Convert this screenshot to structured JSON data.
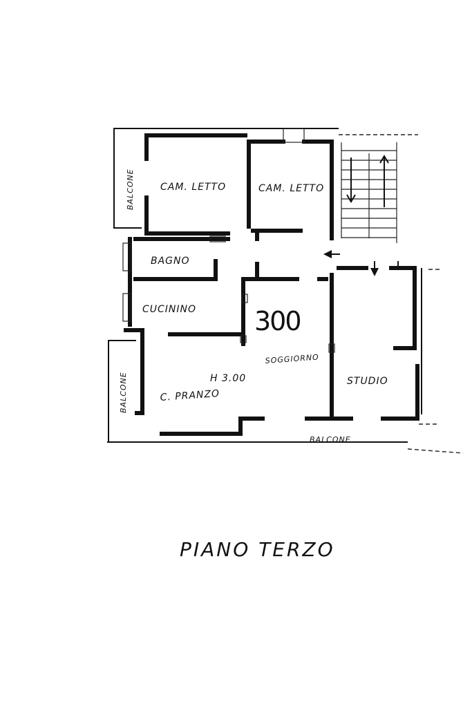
{
  "rooms": {
    "cam_letto_1": "CAM. LETTO",
    "cam_letto_2": "CAM. LETTO",
    "bagno": "BAGNO",
    "cucinino": "CUCININO",
    "soggiorno": "SOGGIORNO",
    "c_pranzo": "C. PRANZO",
    "studio": "STUDIO"
  },
  "balconies": {
    "top_left": "BALCONE",
    "bottom_left": "BALCONE",
    "bottom": "BALCONE"
  },
  "annotations": {
    "area_number": "300",
    "height": "H 3.00"
  },
  "floor_title": "PIANO TERZO"
}
